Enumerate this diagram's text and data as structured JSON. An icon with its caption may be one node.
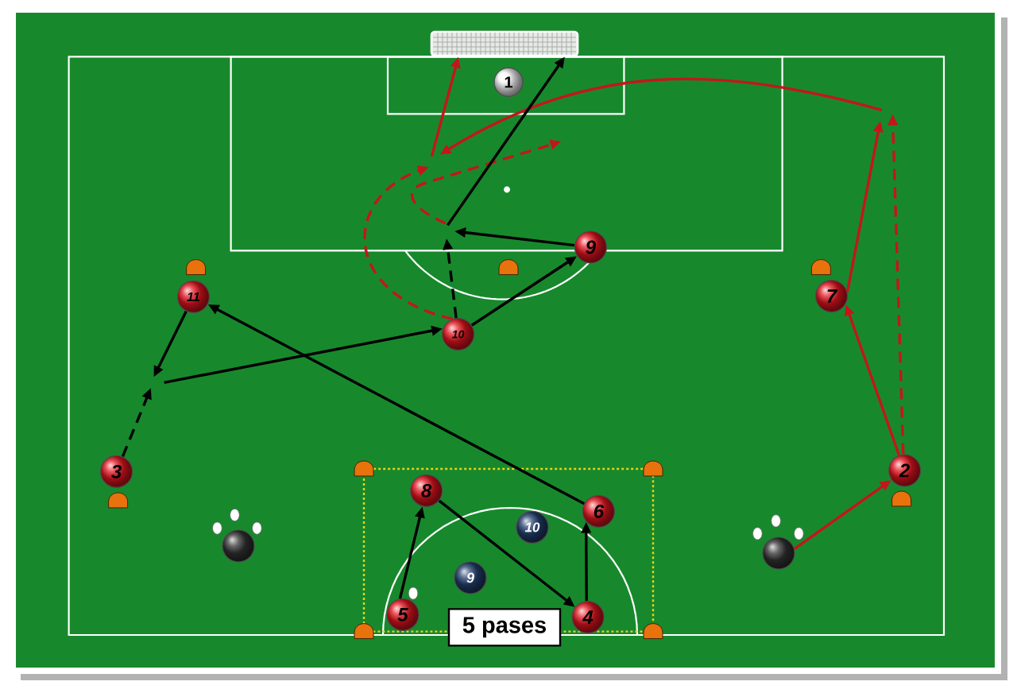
{
  "diagram": {
    "nodes": [
      {
        "text": [],
        "shape": "box"
      },
      {
        "text": [
          "1"
        ]
      },
      {
        "text": [
          "9"
        ]
      },
      {
        "text": [
          "11"
        ]
      },
      {
        "text": [
          "7"
        ]
      },
      {
        "text": [
          "10"
        ]
      },
      {
        "text": [
          "3"
        ]
      },
      {
        "text": [
          "2"
        ]
      },
      {
        "text": [
          "8"
        ]
      },
      {
        "text": [
          "6"
        ]
      },
      {
        "text": [
          "10"
        ]
      },
      {
        "text": [],
        "shape": "circle"
      },
      {
        "text": [],
        "shape": "circle"
      },
      {
        "text": [
          "9"
        ]
      },
      {
        "text": [
          "5"
        ]
      },
      {
        "text": [
          "4"
        ]
      },
      {
        "text": [
          "5 pases"
        ]
      }
    ],
    "edges": [
      {
        "from": 14,
        "to": 8,
        "arrow": "to"
      },
      {
        "from": 8,
        "to": 15,
        "arrow": "to"
      },
      {
        "from": 15,
        "to": 9,
        "arrow": "to"
      },
      {
        "from": 9,
        "to": 3,
        "arrow": "to"
      },
      {
        "from": 3,
        "to": null,
        "arrow": "to"
      },
      {
        "from": 6,
        "to": null,
        "arrow": "to",
        "style": "dashed"
      },
      {
        "from": null,
        "to": 5,
        "arrow": "to"
      },
      {
        "from": 5,
        "to": 2,
        "arrow": "to"
      },
      {
        "from": 5,
        "to": null,
        "arrow": "to",
        "style": "dashed"
      },
      {
        "from": 2,
        "to": null,
        "arrow": "to"
      },
      {
        "from": null,
        "to": 0,
        "arrow": "to"
      },
      {
        "from": 5,
        "to": null,
        "arrow": "to",
        "style": "dashed",
        "color": "#c4161c"
      },
      {
        "from": null,
        "to": 0,
        "arrow": "to",
        "color": "#c4161c"
      },
      {
        "from": 12,
        "to": 7,
        "arrow": "to",
        "color": "#c4161c"
      },
      {
        "from": 7,
        "to": 4,
        "arrow": "to",
        "color": "#c4161c"
      },
      {
        "from": 4,
        "to": null,
        "arrow": "to",
        "color": "#c4161c"
      },
      {
        "from": 7,
        "to": null,
        "arrow": "to",
        "style": "dashed",
        "color": "#c4161c"
      }
    ]
  }
}
